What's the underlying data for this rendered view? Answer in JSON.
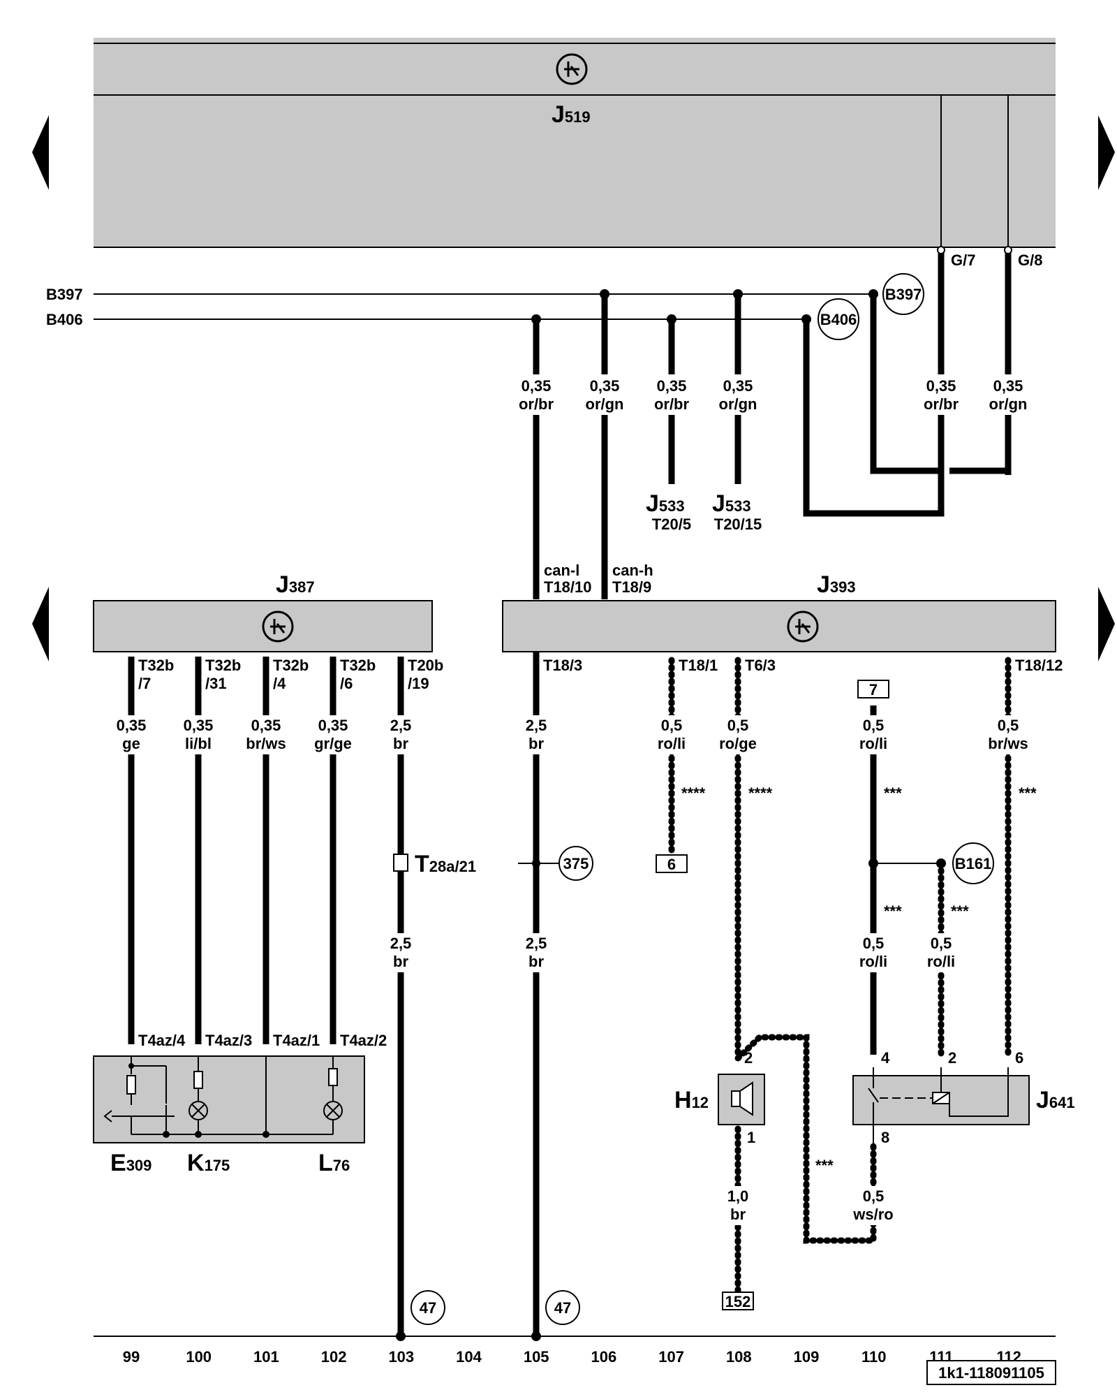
{
  "components": {
    "j519": {
      "letter": "J",
      "sub": "519"
    },
    "j387": {
      "letter": "J",
      "sub": "387"
    },
    "j393": {
      "letter": "J",
      "sub": "393"
    },
    "j533_a": {
      "letter": "J",
      "sub": "533",
      "pin": "T20/5"
    },
    "j533_b": {
      "letter": "J",
      "sub": "533",
      "pin": "T20/15"
    },
    "e309": {
      "letter": "E",
      "sub": "309"
    },
    "k175": {
      "letter": "K",
      "sub": "175"
    },
    "l76": {
      "letter": "L",
      "sub": "76"
    },
    "h12": {
      "letter": "H",
      "sub": "12"
    },
    "j641": {
      "letter": "J",
      "sub": "641"
    },
    "t28a": {
      "letter": "T",
      "sub": "28a/21"
    }
  },
  "buses": {
    "b397": "B397",
    "b406": "B406"
  },
  "nodes": {
    "b397": "B397",
    "b406": "B406",
    "b161": "B161",
    "n375": "375",
    "n47a": "47",
    "n47b": "47"
  },
  "refs": {
    "r7": "7",
    "r6": "6",
    "r152": "152"
  },
  "pins": {
    "g7": "G/7",
    "g8": "G/8",
    "t18_10": "T18/10",
    "t18_9": "T18/9",
    "can_l": "can-l",
    "can_h": "can-h",
    "t32b7a": "T32b",
    "t32b7b": "/7",
    "t32b31a": "T32b",
    "t32b31b": "/31",
    "t32b4a": "T32b",
    "t32b4b": "/4",
    "t32b6a": "T32b",
    "t32b6b": "/6",
    "t20b19a": "T20b",
    "t20b19b": "/19",
    "t18_3": "T18/3",
    "t18_1": "T18/1",
    "t6_3": "T6/3",
    "t18_12": "T18/12",
    "t4az4": "T4az/4",
    "t4az3": "T4az/3",
    "t4az1": "T4az/1",
    "t4az2": "T4az/2",
    "h12_2": "2",
    "h12_1": "1",
    "j641_4": "4",
    "j641_2": "2",
    "j641_6": "6",
    "j641_8": "8"
  },
  "wires": {
    "w1": [
      "0,35",
      "or/br"
    ],
    "w2": [
      "0,35",
      "or/gn"
    ],
    "w3": [
      "0,35",
      "or/br"
    ],
    "w4": [
      "0,35",
      "or/gn"
    ],
    "w5": [
      "0,35",
      "or/br"
    ],
    "w6": [
      "0,35",
      "or/gn"
    ],
    "w7": [
      "0,35",
      "ge"
    ],
    "w8": [
      "0,35",
      "li/bl"
    ],
    "w9": [
      "0,35",
      "br/ws"
    ],
    "w10": [
      "0,35",
      "gr/ge"
    ],
    "w11": [
      "2,5",
      "br"
    ],
    "w12": [
      "2,5",
      "br"
    ],
    "w13": [
      "0,5",
      "ro/li"
    ],
    "w14": [
      "0,5",
      "ro/ge"
    ],
    "w15": [
      "0,5",
      "ro/li"
    ],
    "w16": [
      "0,5",
      "br/ws"
    ],
    "w17": [
      "2,5",
      "br"
    ],
    "w18": [
      "2,5",
      "br"
    ],
    "w19": [
      "0,5",
      "ro/li"
    ],
    "w20": [
      "0,5",
      "ro/li"
    ],
    "w21": [
      "1,0",
      "br"
    ],
    "w22": [
      "0,5",
      "ws/ro"
    ]
  },
  "stars": {
    "s4a": "****",
    "s4b": "****",
    "s3a": "***",
    "s3b": "***",
    "s3c": "***",
    "s3d": "***",
    "s3e": "***"
  },
  "columns": [
    "99",
    "100",
    "101",
    "102",
    "103",
    "104",
    "105",
    "106",
    "107",
    "108",
    "109",
    "110",
    "111",
    "112"
  ],
  "drawing_id": "1k1-118091105"
}
